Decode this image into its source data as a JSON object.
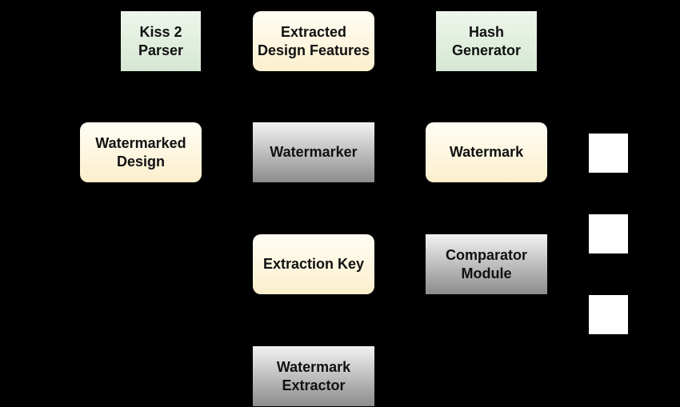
{
  "diagram": {
    "nodes": [
      {
        "id": "kiss2-parser",
        "label": "Kiss 2\nParser",
        "style": "green"
      },
      {
        "id": "extracted-design-features",
        "label": "Extracted\nDesign Features",
        "style": "cream"
      },
      {
        "id": "hash-generator",
        "label": "Hash\nGenerator",
        "style": "green"
      },
      {
        "id": "watermarked-design",
        "label": "Watermarked\nDesign",
        "style": "cream"
      },
      {
        "id": "watermarker",
        "label": "Watermarker",
        "style": "gray"
      },
      {
        "id": "watermark",
        "label": "Watermark",
        "style": "cream"
      },
      {
        "id": "extraction-key",
        "label": "Extraction Key",
        "style": "cream"
      },
      {
        "id": "comparator-module",
        "label": "Comparator\nModule",
        "style": "gray"
      },
      {
        "id": "watermark-extractor",
        "label": "Watermark\nExtractor",
        "style": "gray"
      }
    ],
    "colors": {
      "background": "#000000",
      "green": "#d5e8d2",
      "cream": "#fcefcd",
      "gray": "#8c8c8c",
      "square": "#ffffff"
    }
  }
}
